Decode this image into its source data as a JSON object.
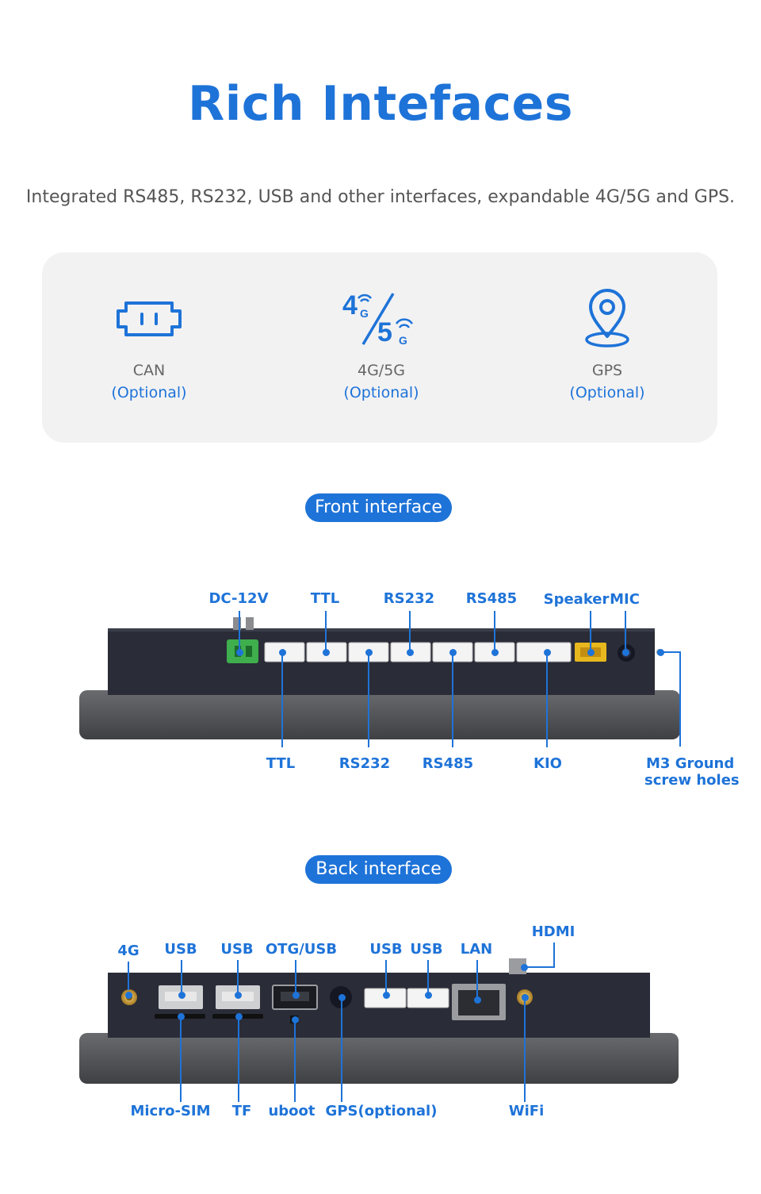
{
  "header": {
    "title": "Rich Intefaces",
    "subtitle": "Integrated RS485, RS232, USB and other interfaces, expandable 4G/5G and GPS."
  },
  "features": [
    {
      "name": "CAN",
      "optional": "(Optional)",
      "icon": "can-connector-icon"
    },
    {
      "name": "4G/5G",
      "optional": "(Optional)",
      "icon": "4g-5g-signal-icon"
    },
    {
      "name": "GPS",
      "optional": "(Optional)",
      "icon": "location-pin-icon"
    }
  ],
  "front": {
    "heading": "Front interface",
    "top_labels": [
      "DC-12V",
      "TTL",
      "RS232",
      "RS485",
      "Speaker",
      "MIC"
    ],
    "bottom_labels": [
      "TTL",
      "RS232",
      "RS485",
      "KIO"
    ],
    "side_label_1": "M3 Ground",
    "side_label_2": "screw holes"
  },
  "back": {
    "heading": "Back interface",
    "top_labels": [
      "4G",
      "USB",
      "USB",
      "OTG/USB",
      "USB",
      "USB",
      "LAN",
      "HDMI"
    ],
    "bottom_labels": [
      "Micro-SIM",
      "TF",
      "uboot",
      "GPS(optional)",
      "WiFi"
    ]
  },
  "colors": {
    "accent": "#1e73d8",
    "card_bg": "#f2f2f3",
    "device_body": "#2a2c38",
    "device_bezel": "#555658",
    "connector": "#f4f4f4",
    "dc_terminal": "#3fae4d",
    "speaker_terminal": "#e7b81e"
  }
}
